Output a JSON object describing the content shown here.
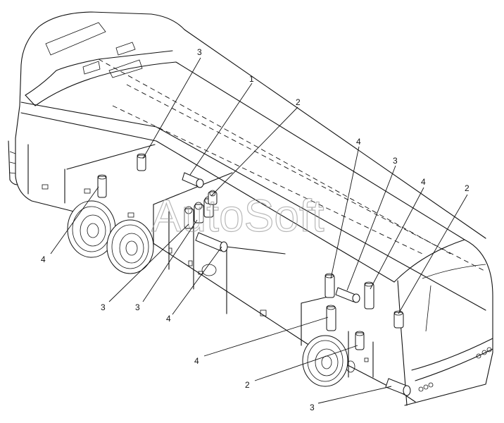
{
  "watermark": "AutoSoft",
  "callouts": [
    {
      "label": "3"
    },
    {
      "label": "1"
    },
    {
      "label": "2"
    },
    {
      "label": "4"
    },
    {
      "label": "3"
    },
    {
      "label": "4"
    },
    {
      "label": "2"
    },
    {
      "label": "4"
    },
    {
      "label": "3"
    },
    {
      "label": "3"
    },
    {
      "label": "4"
    },
    {
      "label": "4"
    },
    {
      "label": "2"
    },
    {
      "label": "3"
    }
  ]
}
